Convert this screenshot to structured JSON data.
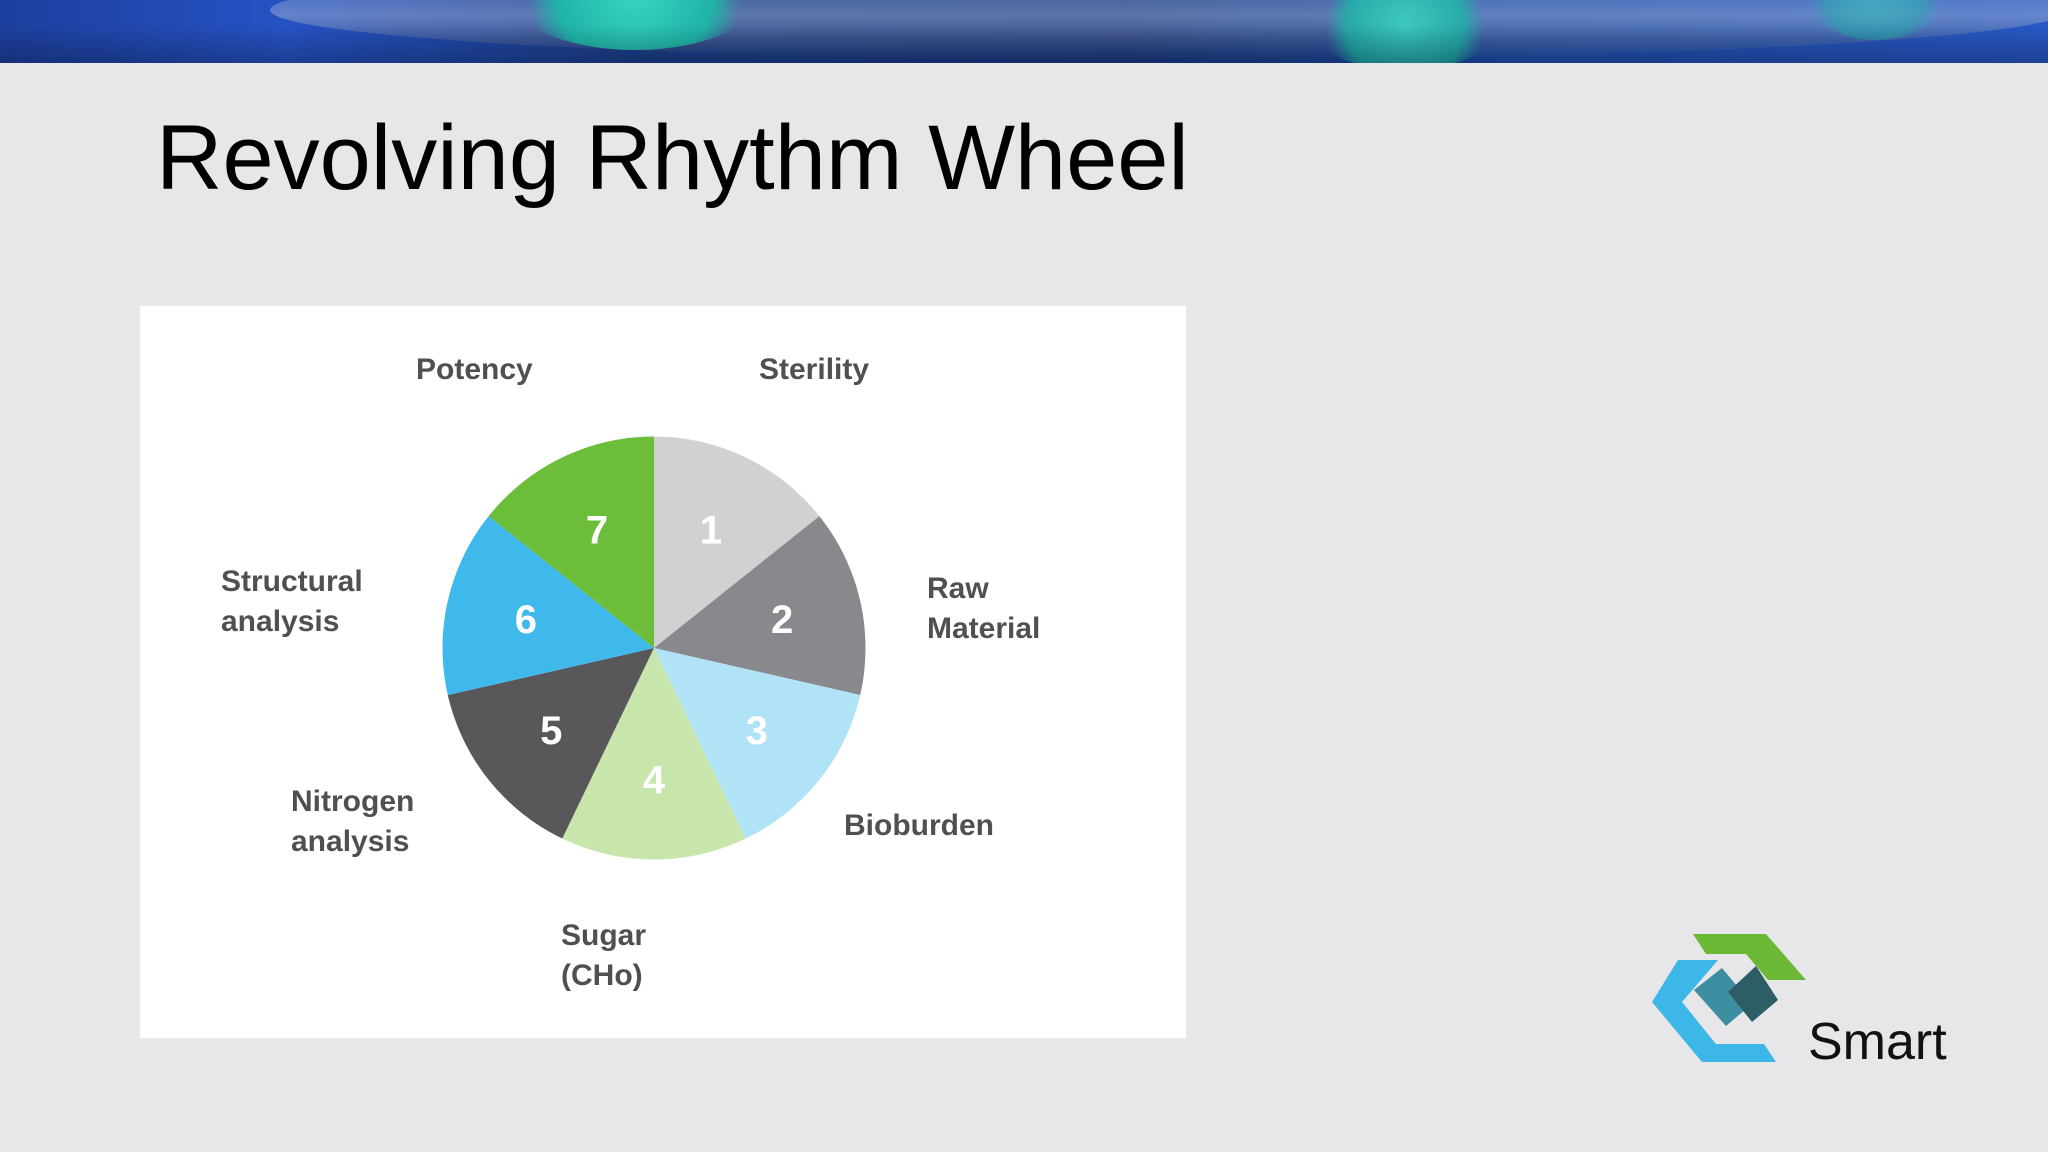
{
  "slide": {
    "title": "Revolving Rhythm Wheel"
  },
  "brand": {
    "name": "Smart",
    "logo_icon": "hexagon-logo-icon",
    "colors": {
      "green": "#6ab835",
      "blue": "#3cb7e8",
      "teal": "#3d8ea0",
      "dark": "#2d5e66"
    }
  },
  "chart_data": {
    "type": "pie",
    "title": "",
    "slices": [
      {
        "number": "1",
        "label": "Sterility",
        "value": 1,
        "color": "#d0d1d3"
      },
      {
        "number": "2",
        "label": "Raw\nMaterial",
        "value": 1,
        "color": "#88898c"
      },
      {
        "number": "3",
        "label": "Bioburden",
        "value": 1,
        "color": "#b1e3f7"
      },
      {
        "number": "4",
        "label": "Sugar\n(CHo)",
        "value": 1,
        "color": "#c8e6ab"
      },
      {
        "number": "5",
        "label": "Nitrogen\nanalysis",
        "value": 1,
        "color": "#58585b"
      },
      {
        "number": "6",
        "label": "Structural\nanalysis",
        "value": 1,
        "color": "#3fb8ec"
      },
      {
        "number": "7",
        "label": "Potency",
        "value": 1,
        "color": "#6bbd3a"
      }
    ]
  }
}
